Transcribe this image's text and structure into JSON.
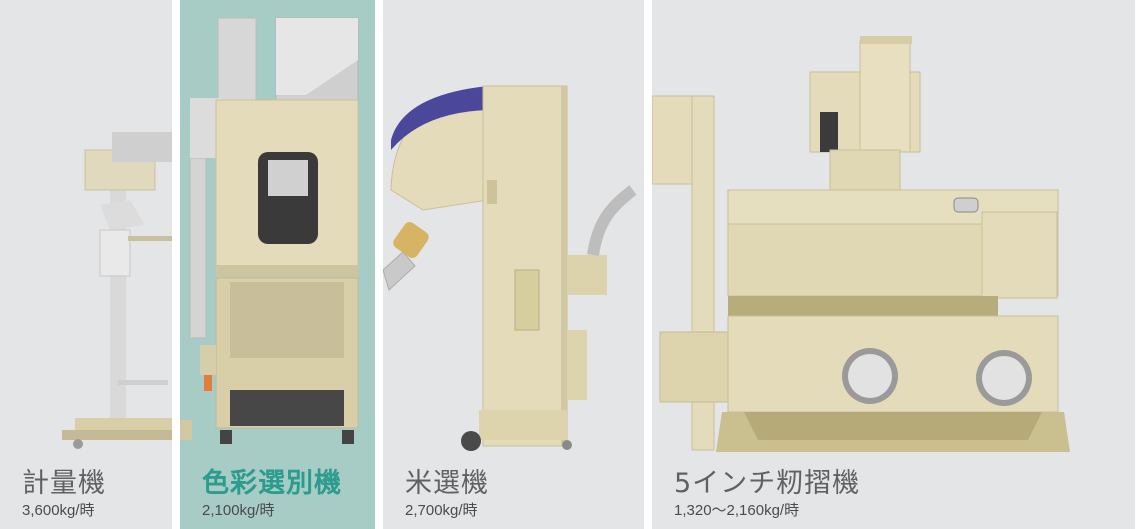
{
  "machines": [
    {
      "name": "計量機",
      "capacity": "3,600kg/時",
      "highlighted": false
    },
    {
      "name": "色彩選別機",
      "capacity": "2,100kg/時",
      "highlighted": true
    },
    {
      "name": "米選機",
      "capacity": "2,700kg/時",
      "highlighted": false
    },
    {
      "name": "5インチ籾摺機",
      "capacity": "1,320〜2,160kg/時",
      "highlighted": false
    }
  ],
  "colors": {
    "panel_background": "#e4e5e7",
    "highlight_background": "#a7cbc5",
    "highlight_text": "#2c9c8e",
    "machine_body": "#e3dbb9",
    "hopper_cover": "#4b489c"
  }
}
